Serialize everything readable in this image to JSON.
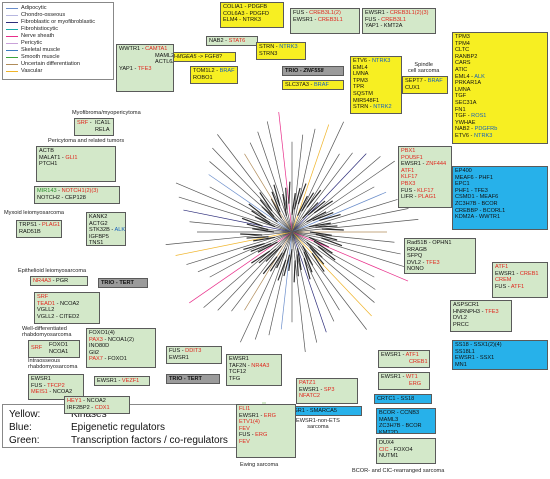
{
  "legend": [
    {
      "label": "Adipocytic",
      "color": "#6b8ecb"
    },
    {
      "label": "Chondro-osseous",
      "color": "#b7b7e0"
    },
    {
      "label": "Fibroblastic or myofibroblastic",
      "color": "#2d2d7a"
    },
    {
      "label": "Fibrohistiocytic",
      "color": "#1aa9a9"
    },
    {
      "label": "Nerve sheath",
      "color": "#e82e8a"
    },
    {
      "label": "Pericytic",
      "color": "#c9a2d9"
    },
    {
      "label": "Skeletal muscle",
      "color": "#3b7dc0"
    },
    {
      "label": "Smooth muscle",
      "color": "#3ba43b"
    },
    {
      "label": "Uncertain differentiation",
      "color": "#b08c5a"
    },
    {
      "label": "Vascular",
      "color": "#f0b429"
    }
  ],
  "key": [
    {
      "color": "Yellow:",
      "meaning": "Kinases"
    },
    {
      "color": "Blue:",
      "meaning": "Epigenetic regulators"
    },
    {
      "color": "Green:",
      "meaning": "Transcription factors / co-regulators"
    }
  ],
  "labels": {
    "spindle": "Spindle\ncell sarcoma",
    "myofibroma": "Myofibroma/myopericytoma",
    "pericytoma": "Pericytoma and related tumors",
    "myxoid_leio": "Myxoid leiomyosarcoma",
    "epithelioid_leio": "Epithelioid leiomyosarcoma",
    "well_diff": "Well-differentiated\nrhabdomyosarcoma",
    "intraosseous": "Intraosseous\nrhabdomyosarcoma",
    "ewsr1_non_ets": "EWSR1-non-ETS\nsarcoma",
    "ewing": "Ewing sarcoma",
    "bcor_cic": "BCOR- and CIC-rearranged sarcoma"
  },
  "boxes": {
    "colia1": {
      "l1a": "COLIA1",
      "l1b": "PDGFB",
      "l2a": "COL6A3",
      "l2b": "PDGFD",
      "l3a": "ELM4",
      "l3b": "NTRK3"
    },
    "nab2": {
      "a": "NAB2",
      "b": "STAT6"
    },
    "ewsr1_creb": {
      "l1a": "EWSR1",
      "l1b": "CREB3L1(2)(3)",
      "l2a": "FUS",
      "l2b": "CREB3L1",
      "l3a": "YAP1",
      "l3b": "KMT2A"
    },
    "fus_creb": {
      "l1a": "FUS",
      "l1b": "CREB3L1(2)",
      "l2a": "EWSR1",
      "l2b": "CREB3L1"
    },
    "tgfbr3": {
      "a": "TGFBR3-MGEA5",
      "b": "FGF8?"
    },
    "tom1l2": {
      "l1a": "TOM1L2",
      "l2a": "ROBO1",
      "b": "BRAF"
    },
    "strn": {
      "l1a": "STRN",
      "l2a": "STRN3",
      "b": "NTRK3"
    },
    "trio_znf": {
      "a": "TRIO",
      "b": "ZNF558"
    },
    "slc34a3": {
      "a": "SLC37A3",
      "b": "BRAF"
    },
    "etv6": {
      "rows": [
        "ETV6",
        "EML4",
        "LMNA",
        "TPM3",
        "TPR",
        "SQSTM",
        "MIR548F1",
        "STRN"
      ],
      "b": "NTRK3",
      "b2": "NTRK2"
    },
    "sept7": {
      "l1a": "SEPT7",
      "l2a": "CUX1",
      "b": "BRAF"
    },
    "tpm3": {
      "rows": [
        "TPM3",
        "TPM4",
        "CLTC",
        "RANBP2",
        "CARS",
        "ATIC",
        "EML4",
        "PRKAR1A",
        "LMNA",
        "TGF",
        "SEC31A",
        "FN1",
        "TGF",
        "YWHAE",
        "NAB2",
        "ETV6"
      ],
      "b": "ALK",
      "b2": "ROS1",
      "b3": "PDGFRb",
      "b4": "NTRK3"
    },
    "wwtr1": {
      "l1a": "WWTR1",
      "l1b": "CAMTA1",
      "l2b": "MAML2",
      "l3b": "ACTL6A",
      "l4a": "YAP1",
      "l4b": "TFE3"
    },
    "srf_icaq": {
      "a": "SRF",
      "b1": "ICA1L",
      "b2": "RELA"
    },
    "actb": {
      "rows": [
        "ACTB",
        "MALAT1",
        "PTCH1"
      ],
      "b": "GLI1",
      "l4a": "NOTCH2",
      "l4b": "CEP128"
    },
    "mir143": {
      "a": "MIR143",
      "b": "NOTCH1(2)(3)"
    },
    "kank2": {
      "rows": [
        "KANK2",
        "ACTG2",
        "STK32B",
        "IGFBP5",
        "TNS1"
      ],
      "b": "ALK"
    },
    "trps1": {
      "l1a": "TRPS1",
      "l2a": "RAD51B",
      "b": "PLAG1"
    },
    "nr4a3": {
      "a": "NR4A3",
      "b": "PGR"
    },
    "trio_tert1": {
      "a": "TRIO",
      "b": "TERT"
    },
    "srf_ncoa2": {
      "rows": [
        "SRF",
        "TEAD1",
        "VGLL2",
        "VGLL2"
      ],
      "b1": "NCOA2",
      "b2": "CITED2"
    },
    "srf_foxo1": {
      "a": "SRF",
      "b1": "FOXO1",
      "b2": "NCOA1"
    },
    "pax3": {
      "a1": "PAX3",
      "a2": "PAX7",
      "rows": [
        "FOXO1(4)",
        "NCOA1(2)",
        "INO80D",
        "Gli2",
        "FOXO1"
      ]
    },
    "ewsr1_tfcp2": {
      "rows": [
        "EWSR1",
        "FUS",
        "MEIS1"
      ],
      "b": "TFCP2",
      "b2": "NCOA2"
    },
    "ewsr1_vezf1": {
      "a": "EWSR1",
      "b": "VEZF1"
    },
    "hey1": {
      "l1a": "HEY1",
      "l1b": "NCOA2",
      "l2a": "IRF2BP2",
      "l2b": "CDX1"
    },
    "ep400": {
      "rows": [
        "EP400",
        "MEAF6",
        "EPC1",
        "PHF1",
        "CSMD1",
        "ZC3H7B",
        "CREBBP",
        "KDM2A"
      ],
      "b": [
        "PHF1",
        "TFE3",
        "MEAF6",
        "BCOR",
        "BCORL1",
        "WWTR1"
      ]
    },
    "ewsr1_pbx1": {
      "a": "EWSR1",
      "a2": "FUS",
      "a3": "LIFR",
      "rows": [
        "PBX1",
        "POU5F1",
        "ZNF444",
        "ATF1",
        "KLF17",
        "PBX3",
        "KLF17",
        "PLAG1"
      ]
    },
    "rad51b": {
      "rows": [
        "Rad51B",
        "SFPQ",
        "DVL2",
        "NONO"
      ],
      "b": [
        "OPHN1",
        "RRAGB",
        "TFE3"
      ]
    },
    "ewsr1_atf1": {
      "a": "EWSR1",
      "a2": "FUS",
      "b": [
        "ATF1",
        "CREB1",
        "CREM",
        "ATF1"
      ]
    },
    "aspscr1": {
      "rows": [
        "ASPSCR1",
        "HNRNPH3",
        "DVL2",
        "PRCC"
      ],
      "b": "TFE3"
    },
    "ss18": {
      "l1a": "SS18",
      "l1b": "SSX1(2)(4)",
      "l2a": "SS18L1",
      "l3a": "EWSR1",
      "l3b": "SSX1",
      "l4a": "MN1"
    },
    "fus_ddit3": {
      "a": "FUS",
      "a2": "EWSR1",
      "b": "DDIT3"
    },
    "trio_tert2": {
      "a": "TRIO",
      "b": "TERT"
    },
    "ewsr1_nr4a3": {
      "rows": [
        "EWSR1",
        "TAF2N",
        "TCF12",
        "TFG"
      ],
      "b": "NR4A3"
    },
    "ewsr1_atf1b": {
      "a": "EWSR1",
      "b": "ATF1",
      "b2": "CREB1"
    },
    "ewsr1_wt1": {
      "a": "EWSR1",
      "b": "WT1",
      "b2": "ERG"
    },
    "crtc1": {
      "a": "CRTC1",
      "b": "SS18"
    },
    "ewsr1_patz1": {
      "a": "EWSR1",
      "b": [
        "PATZ1",
        "SP3",
        "NFATC2"
      ]
    },
    "ewsr1_smarca5": {
      "a": "EWSR1",
      "b": "SMARCA5"
    },
    "ewing_box": {
      "a": "EWSR1",
      "a2": "FUS",
      "b": [
        "FLI1",
        "ERG",
        "ETV1(4)",
        "FEV",
        "ERG",
        "FEV"
      ]
    },
    "bcor": {
      "rows": [
        "BCOR",
        "ZC3H7B",
        "KMT2D"
      ],
      "b": [
        "CCNB3",
        "MAML3",
        "BCOR"
      ]
    },
    "cic": {
      "a": "CIC",
      "b": [
        "DUX4",
        "FOXO4",
        "NUTM1"
      ]
    }
  }
}
